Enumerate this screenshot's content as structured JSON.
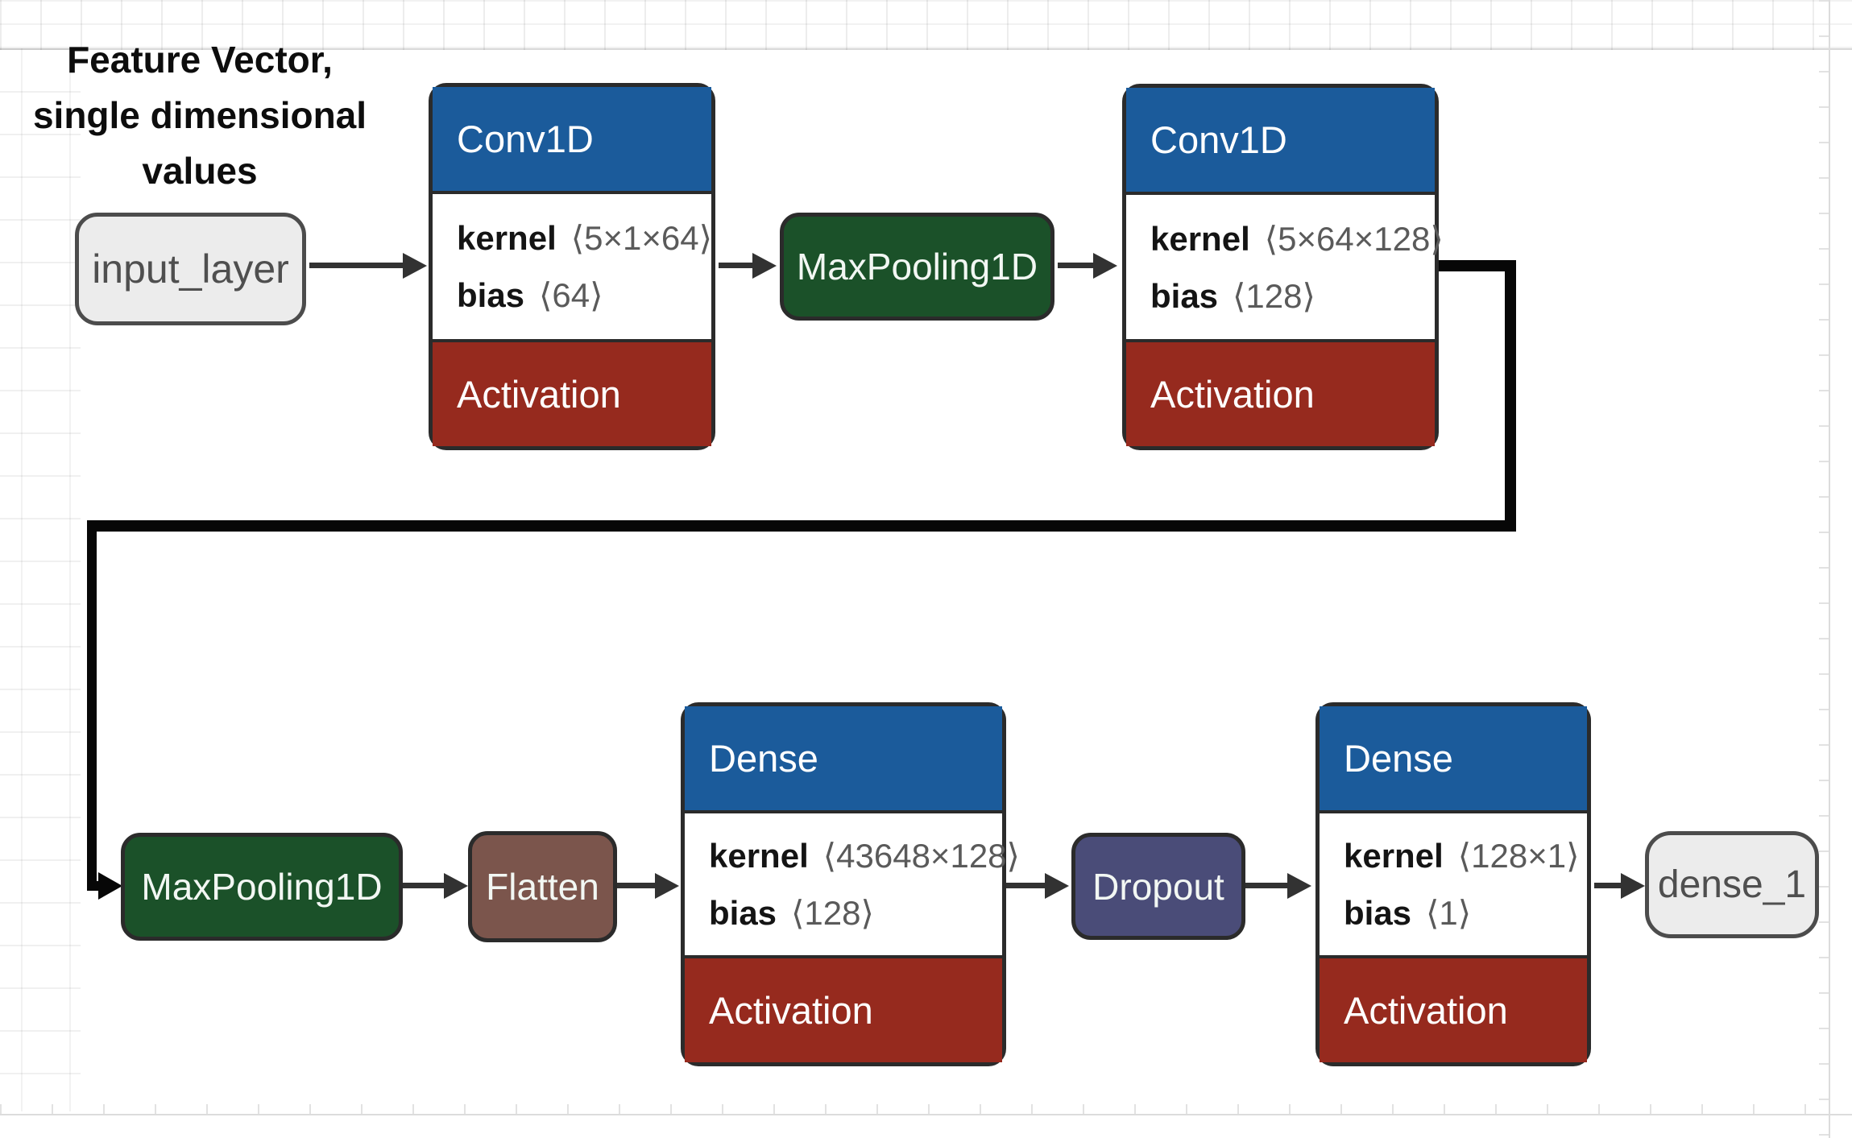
{
  "colors": {
    "header-blue": "#1b5b9b",
    "activation-red": "#962a1e",
    "pool-green": "#1b5129",
    "flatten-brown": "#7b554c",
    "dropout-purple": "#4a4c78",
    "node-fill": "#ececec",
    "node-border": "#4c4c4c",
    "node-text": "#4f4f4f",
    "card-border": "#2b2b2b",
    "arrow": "#323232",
    "connector": "#070707",
    "param-value": "#5a5a5a"
  },
  "annotation": {
    "line1": "Feature Vector,",
    "line2": "single dimensional",
    "line3": "values"
  },
  "nodes": {
    "input": {
      "label": "input_layer"
    },
    "conv1": {
      "title": "Conv1D",
      "kernel_label": "kernel",
      "kernel_value": "⟨5×1×64⟩",
      "bias_label": "bias",
      "bias_value": "⟨64⟩",
      "activation_label": "Activation"
    },
    "maxpool1": {
      "label": "MaxPooling1D"
    },
    "conv2": {
      "title": "Conv1D",
      "kernel_label": "kernel",
      "kernel_value": "⟨5×64×128⟩",
      "bias_label": "bias",
      "bias_value": "⟨128⟩",
      "activation_label": "Activation"
    },
    "maxpool2": {
      "label": "MaxPooling1D"
    },
    "flatten": {
      "label": "Flatten"
    },
    "dense1": {
      "title": "Dense",
      "kernel_label": "kernel",
      "kernel_value": "⟨43648×128⟩",
      "bias_label": "bias",
      "bias_value": "⟨128⟩",
      "activation_label": "Activation"
    },
    "dropout": {
      "label": "Dropout"
    },
    "dense2": {
      "title": "Dense",
      "kernel_label": "kernel",
      "kernel_value": "⟨128×1⟩",
      "bias_label": "bias",
      "bias_value": "⟨1⟩",
      "activation_label": "Activation"
    },
    "output": {
      "label": "dense_1"
    }
  }
}
